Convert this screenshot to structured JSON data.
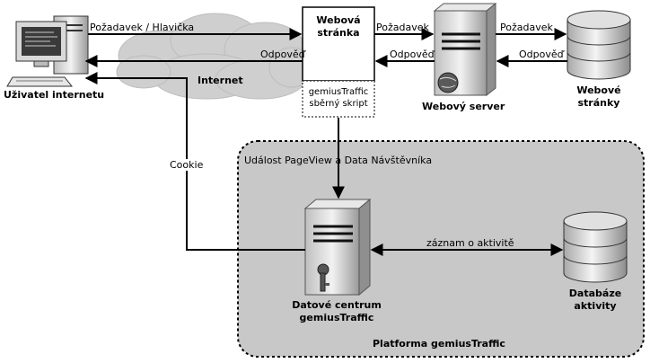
{
  "labels": {
    "user_computer": "Uživatel internetu",
    "internet": "Internet",
    "web_page_line1": "Webová",
    "web_page_line2": "stránka",
    "collector_line1": "gemiusTraffic",
    "collector_line2": "sběrný skript",
    "web_server": "Webový server",
    "web_pages_line1": "Webové",
    "web_pages_line2": "stránky",
    "data_center_line1": "Datové centrum",
    "data_center_line2": "gemiusTraffic",
    "activity_db_line1": "Databáze",
    "activity_db_line2": "aktivity",
    "platform": "Platforma gemiusTraffic"
  },
  "edges": {
    "request_header": "Požadavek / Hlavička",
    "response_to_user": "Odpověď",
    "request_to_server": "Požadavek",
    "response_from_server": "Odpověď",
    "request_to_pages": "Požadavek",
    "response_from_pages": "Odpověď",
    "pageview_event": "Událost PageView a Data Návštěvníka",
    "activity_record": "záznam o aktivitě",
    "cookie": "Cookie"
  }
}
